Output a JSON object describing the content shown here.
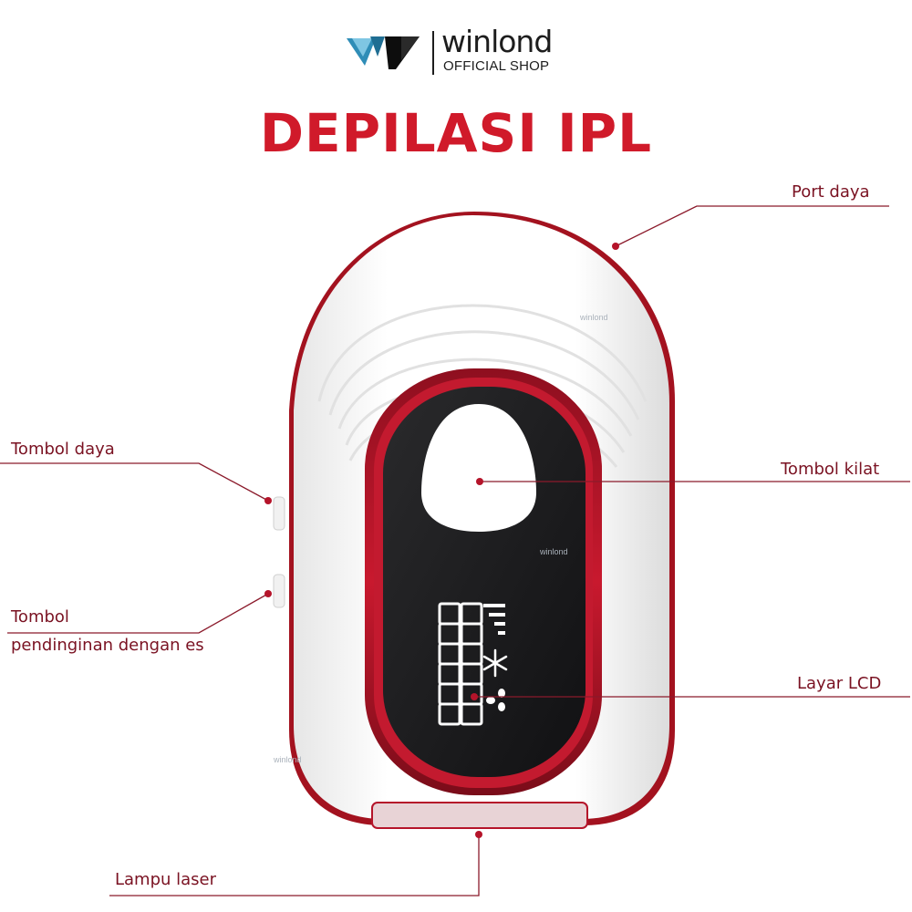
{
  "brand": {
    "name": "winlond",
    "subtitle": "OFFICIAL SHOP",
    "logo_icon": "winlond-wv-logo",
    "logo_color": "#4aa3c8"
  },
  "title": "DEPILASI IPL",
  "colors": {
    "title": "#d01a2a",
    "label_text": "#7a1222",
    "leader_line": "#8b1a2b",
    "device_accent": "#b5142a",
    "screen": "#1b1b1d"
  },
  "labels": {
    "port_daya": "Port daya",
    "tombol_daya": "Tombol daya",
    "tombol_kilat": "Tombol kilat",
    "tombol_pendingin_line1": "Tombol",
    "tombol_pendingin_line2": "pendinginan dengan es",
    "layar_lcd": "Layar LCD",
    "lampu_laser": "Lampu laser"
  },
  "lcd": {
    "digits": "888888",
    "icons": [
      "signal-bars-icon",
      "snowflake-icon",
      "dots-icon"
    ]
  }
}
